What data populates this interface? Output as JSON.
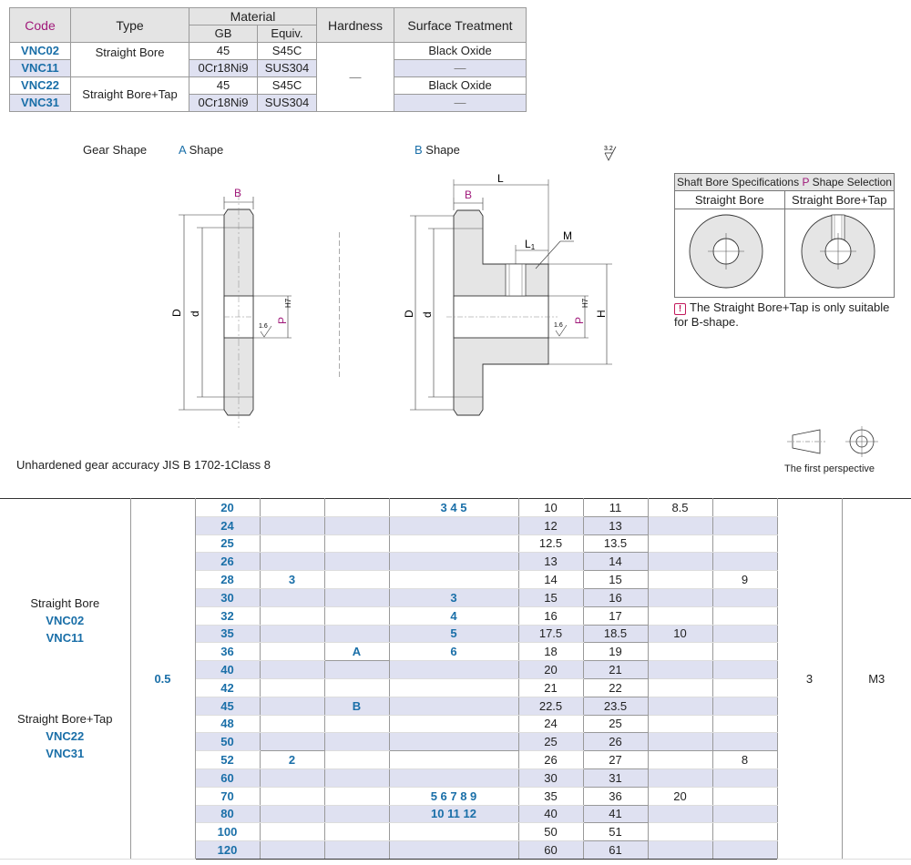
{
  "material_table": {
    "headers": {
      "code": "Code",
      "type": "Type",
      "material": "Material",
      "gb": "GB",
      "equiv": "Equiv.",
      "hardness": "Hardness",
      "surface": "Surface Treatment"
    },
    "rows": [
      {
        "code": "VNC02",
        "type": "Straight Bore",
        "gb": "45",
        "equiv": "S45C",
        "surface": "Black Oxide"
      },
      {
        "code": "VNC11",
        "type": "",
        "gb": "0Cr18Ni9",
        "equiv": "SUS304",
        "surface": "—"
      },
      {
        "code": "VNC22",
        "type": "Straight Bore+Tap",
        "gb": "45",
        "equiv": "S45C",
        "surface": "Black Oxide"
      },
      {
        "code": "VNC31",
        "type": "",
        "gb": "0Cr18Ni9",
        "equiv": "SUS304",
        "surface": "—"
      }
    ],
    "hardness": "—"
  },
  "drawing": {
    "gear_shape": "Gear Shape",
    "a_letter": "A",
    "a_shape": " Shape",
    "b_letter": "B",
    "b_shape": " Shape",
    "roughness_top": "3.2",
    "roughness_bore": "1.6",
    "labels": {
      "B": "B",
      "D": "D",
      "d": "d",
      "P": "P",
      "H7": "H7",
      "L": "L",
      "L1": "L",
      "L1_sub": "1",
      "M": "M",
      "H": "H"
    }
  },
  "spec_box": {
    "title_pre": "Shaft Bore Specifications ",
    "title_p": "P",
    "title_post": " Shape Selection",
    "col1": "Straight Bore",
    "col2": "Straight Bore+Tap"
  },
  "warning": "The Straight Bore+Tap is only suitable for B-shape.",
  "accuracy_note": "Unhardened gear accuracy JIS B 1702-1Class 8",
  "perspective": "The first perspective",
  "spec_table": {
    "left": {
      "type1": "Straight Bore",
      "codes1": [
        "VNC02",
        "VNC11"
      ],
      "type2": "Straight Bore+Tap",
      "codes2": [
        "VNC22",
        "VNC31"
      ]
    },
    "module": "0.5",
    "teeth": [
      "20",
      "24",
      "25",
      "26",
      "28",
      "30",
      "32",
      "35",
      "36",
      "40",
      "42",
      "45",
      "48",
      "50",
      "52",
      "60",
      "70",
      "80",
      "100",
      "120"
    ],
    "col_b": {
      "v3": "3",
      "v2": "2"
    },
    "shape": {
      "a": "A",
      "b": "B"
    },
    "p_values": {
      "r1": "3 4 5",
      "r6": "3",
      "r7": "4",
      "r8": "5",
      "r9": "6",
      "r17": "5 6 7 8 9",
      "r18": "10 11 12"
    },
    "d_values": [
      "10",
      "12",
      "12.5",
      "13",
      "14",
      "15",
      "16",
      "17.5",
      "18",
      "20",
      "21",
      "22.5",
      "24",
      "25",
      "26",
      "30",
      "35",
      "40",
      "50",
      "60"
    ],
    "D_values": [
      "11",
      "13",
      "13.5",
      "14",
      "15",
      "16",
      "17",
      "18.5",
      "19",
      "21",
      "22",
      "23.5",
      "25",
      "26",
      "27",
      "31",
      "36",
      "41",
      "51",
      "61"
    ],
    "hub_values": {
      "r1": "8.5",
      "mid": "10",
      "low": "20"
    },
    "L_values": {
      "a": "9",
      "b": "8"
    },
    "width": "3",
    "screw": "M3"
  }
}
